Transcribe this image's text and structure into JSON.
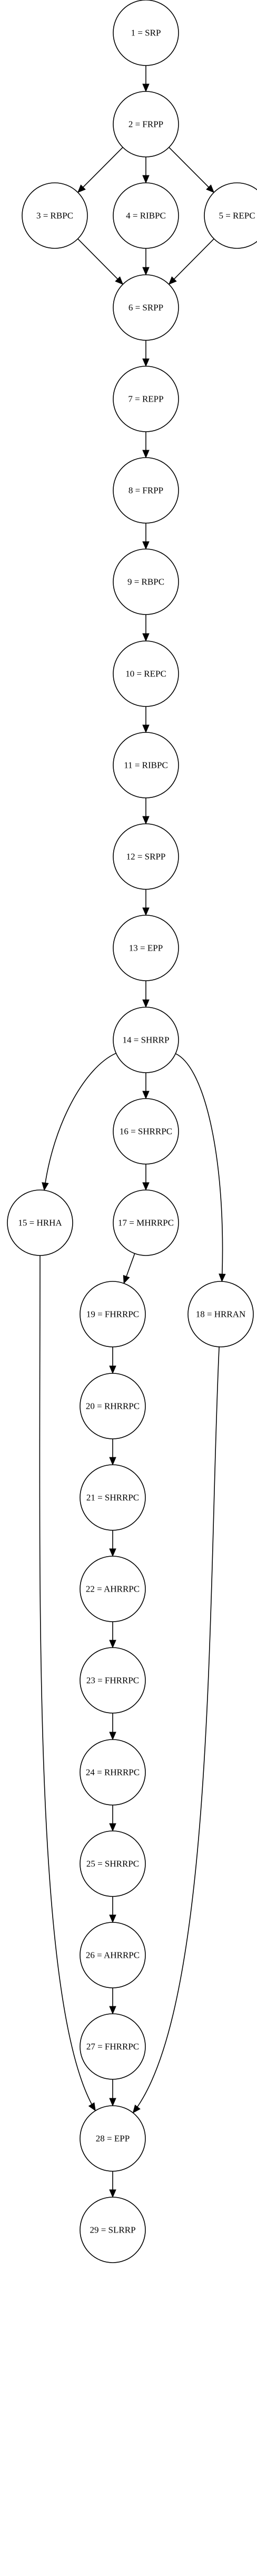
{
  "graph": {
    "nodes": [
      {
        "id": "n1",
        "label": "1 = SRP"
      },
      {
        "id": "n2",
        "label": "2 = FRPP"
      },
      {
        "id": "n3",
        "label": "3 = RBPC"
      },
      {
        "id": "n4",
        "label": "4 = RIBPC"
      },
      {
        "id": "n5",
        "label": "5 = REPC"
      },
      {
        "id": "n6",
        "label": "6 = SRPP"
      },
      {
        "id": "n7",
        "label": "7 = REPP"
      },
      {
        "id": "n8",
        "label": "8 = FRPP"
      },
      {
        "id": "n9",
        "label": "9 = RBPC"
      },
      {
        "id": "n10",
        "label": "10 = REPC"
      },
      {
        "id": "n11",
        "label": "11 = RIBPC"
      },
      {
        "id": "n12",
        "label": "12 = SRPP"
      },
      {
        "id": "n13",
        "label": "13 = EPP"
      },
      {
        "id": "n14",
        "label": "14 = SHRRP"
      },
      {
        "id": "n15",
        "label": "15 = HRHA"
      },
      {
        "id": "n16",
        "label": "16 = SHRRPC"
      },
      {
        "id": "n17",
        "label": "17 = MHRRPC"
      },
      {
        "id": "n18",
        "label": "18 = HRRAN"
      },
      {
        "id": "n19",
        "label": "19 = FHRRPC"
      },
      {
        "id": "n20",
        "label": "20 = RHRRPC"
      },
      {
        "id": "n21",
        "label": "21 = SHRRPC"
      },
      {
        "id": "n22",
        "label": "22 = AHRRPC"
      },
      {
        "id": "n23",
        "label": "23 = FHRRPC"
      },
      {
        "id": "n24",
        "label": "24 = RHRRPC"
      },
      {
        "id": "n25",
        "label": "25 = SHRRPC"
      },
      {
        "id": "n26",
        "label": "26 = AHRRPC"
      },
      {
        "id": "n27",
        "label": "27 = FHRRPC"
      },
      {
        "id": "n28",
        "label": "28 = EPP"
      },
      {
        "id": "n29",
        "label": "29 = SLRRP"
      }
    ],
    "edges": [
      {
        "from": "n1",
        "to": "n2"
      },
      {
        "from": "n2",
        "to": "n3"
      },
      {
        "from": "n2",
        "to": "n4"
      },
      {
        "from": "n2",
        "to": "n5"
      },
      {
        "from": "n3",
        "to": "n6"
      },
      {
        "from": "n4",
        "to": "n6"
      },
      {
        "from": "n5",
        "to": "n6"
      },
      {
        "from": "n6",
        "to": "n7"
      },
      {
        "from": "n7",
        "to": "n8"
      },
      {
        "from": "n8",
        "to": "n9"
      },
      {
        "from": "n9",
        "to": "n10"
      },
      {
        "from": "n10",
        "to": "n11"
      },
      {
        "from": "n11",
        "to": "n12"
      },
      {
        "from": "n12",
        "to": "n13"
      },
      {
        "from": "n13",
        "to": "n14"
      },
      {
        "from": "n14",
        "to": "n15"
      },
      {
        "from": "n14",
        "to": "n16"
      },
      {
        "from": "n14",
        "to": "n18"
      },
      {
        "from": "n16",
        "to": "n17"
      },
      {
        "from": "n17",
        "to": "n19"
      },
      {
        "from": "n19",
        "to": "n20"
      },
      {
        "from": "n20",
        "to": "n21"
      },
      {
        "from": "n21",
        "to": "n22"
      },
      {
        "from": "n22",
        "to": "n23"
      },
      {
        "from": "n23",
        "to": "n24"
      },
      {
        "from": "n24",
        "to": "n25"
      },
      {
        "from": "n25",
        "to": "n26"
      },
      {
        "from": "n26",
        "to": "n27"
      },
      {
        "from": "n27",
        "to": "n28"
      },
      {
        "from": "n15",
        "to": "n28"
      },
      {
        "from": "n18",
        "to": "n28"
      },
      {
        "from": "n28",
        "to": "n29"
      }
    ]
  }
}
